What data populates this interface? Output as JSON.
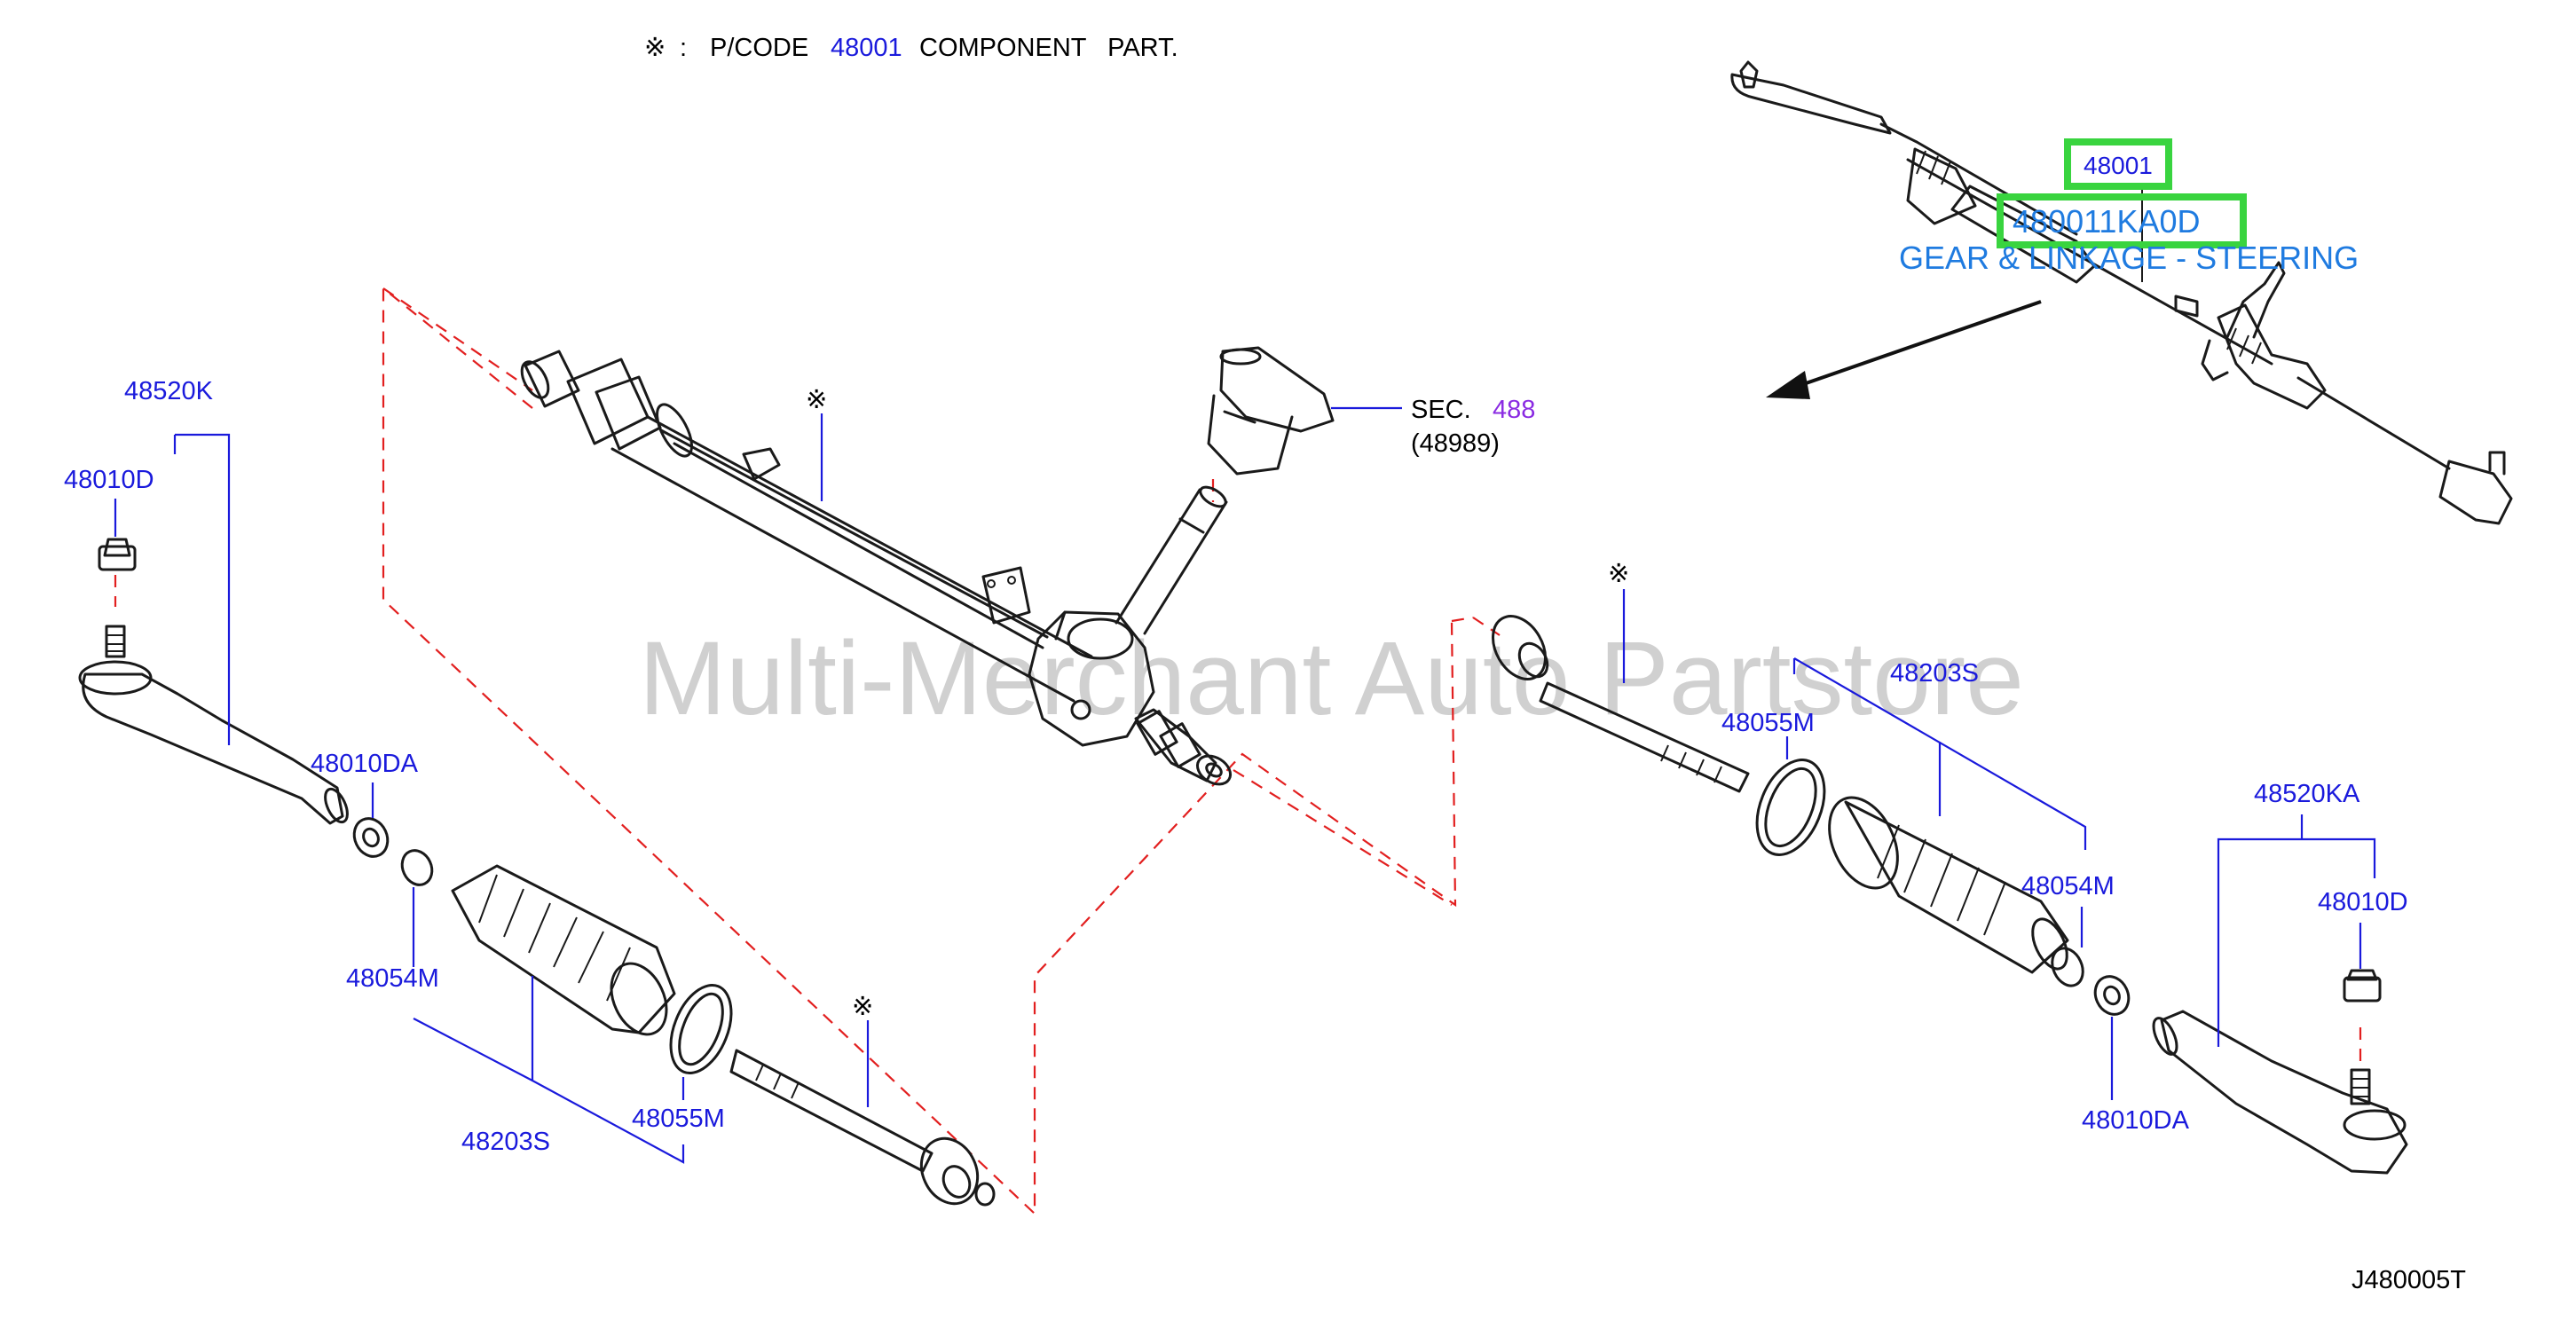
{
  "header": {
    "mark": "※",
    "colon": ":",
    "pcode_label": "P/CODE",
    "pcode_value": "48001",
    "component_text": "COMPONENT   PART."
  },
  "section_ref": {
    "sec": "SEC.",
    "num": "488",
    "sub": "(48989)"
  },
  "watermark": "Multi-Merchant Auto Partstore",
  "assembly": {
    "part_no": "48001",
    "full_part": "480011KA0D",
    "name": "GEAR & LINKAGE - STEERING"
  },
  "labels": {
    "l_48520k": "48520K",
    "l_48010d_left": "48010D",
    "l_48010da_left": "48010DA",
    "l_48054m_left": "48054M",
    "l_48203s_left": "48203S",
    "l_48055m_left": "48055M",
    "l_48203s_right": "48203S",
    "l_48055m_right": "48055M",
    "l_48054m_right": "48054M",
    "l_48520ka": "48520KA",
    "l_48010d_right": "48010D",
    "l_48010da_right": "48010DA"
  },
  "marks": {
    "rack": "※",
    "inner_left": "※",
    "inner_right": "※"
  },
  "diagram_code": "J480005T",
  "colors": {
    "label_blue": "#1a1adc",
    "purple": "#8a2be2",
    "highlight_green": "#39d43f",
    "caption_blue": "#1f7be0",
    "dash_red": "#e21f1f"
  }
}
